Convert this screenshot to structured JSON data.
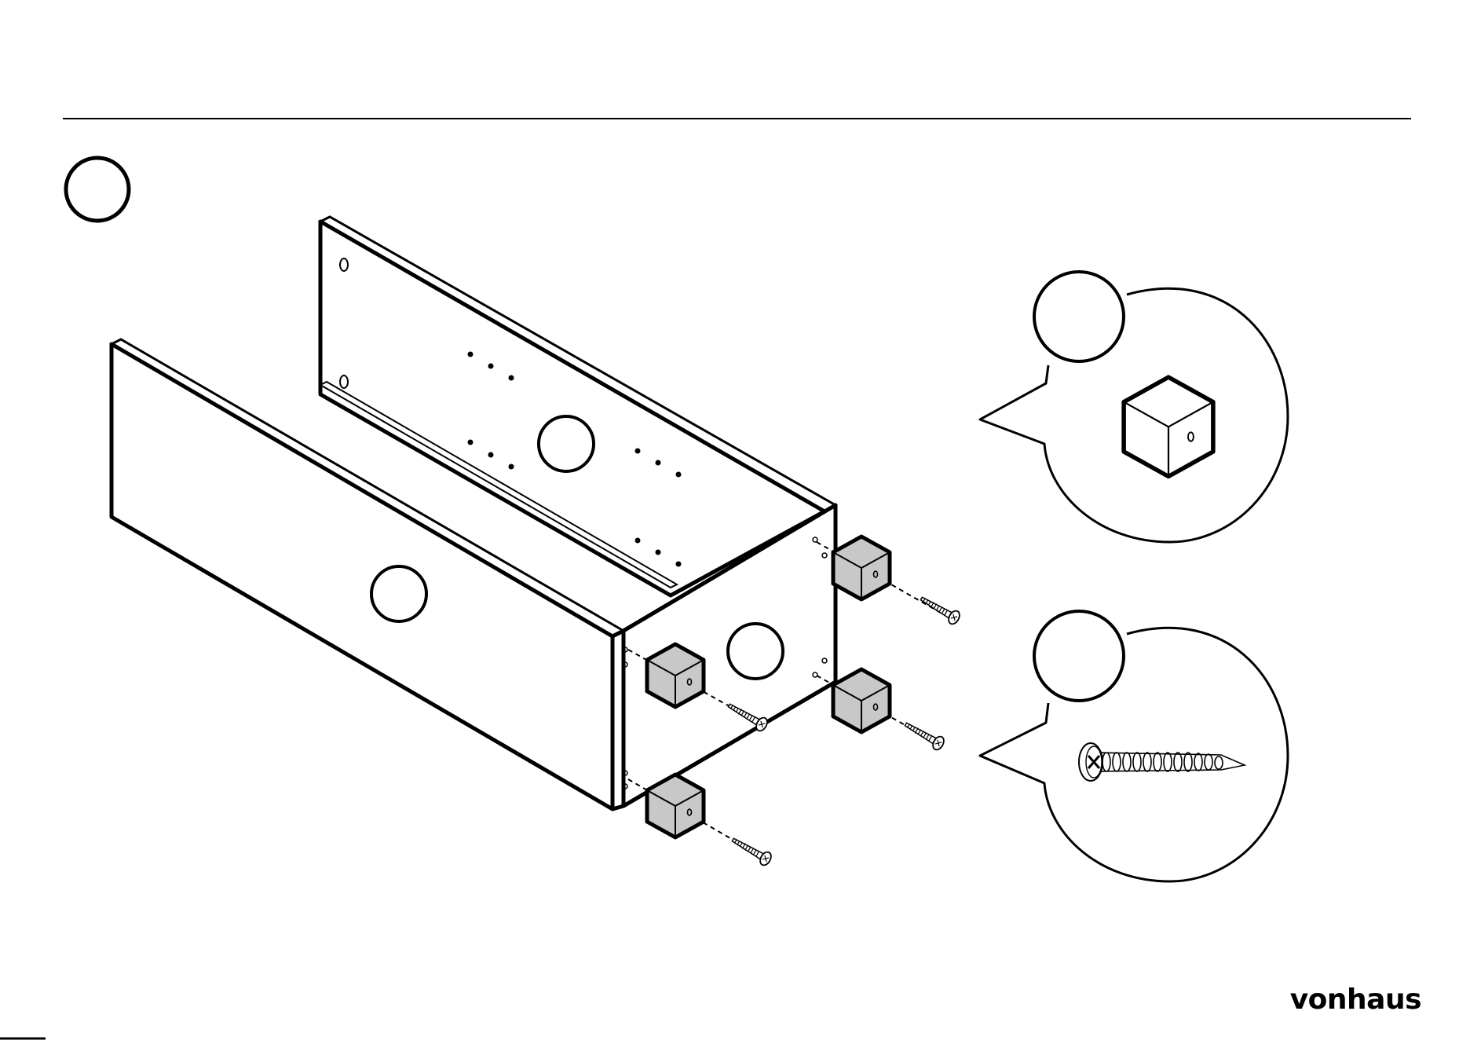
{
  "document": {
    "type": "assembly-instruction-page",
    "brand": "vonhaus"
  },
  "step": {
    "number": ""
  },
  "parts": [
    {
      "icon": "wooden-block-icon",
      "label": ""
    },
    {
      "icon": "screw-icon",
      "label": ""
    }
  ],
  "diagram": {
    "panel_labels": [
      "",
      "",
      ""
    ],
    "fasteners": {
      "blocks": 4,
      "screws": 4
    }
  },
  "colors": {
    "line": "#000000",
    "block_fill": "#c8c8c8",
    "paper": "#ffffff"
  }
}
